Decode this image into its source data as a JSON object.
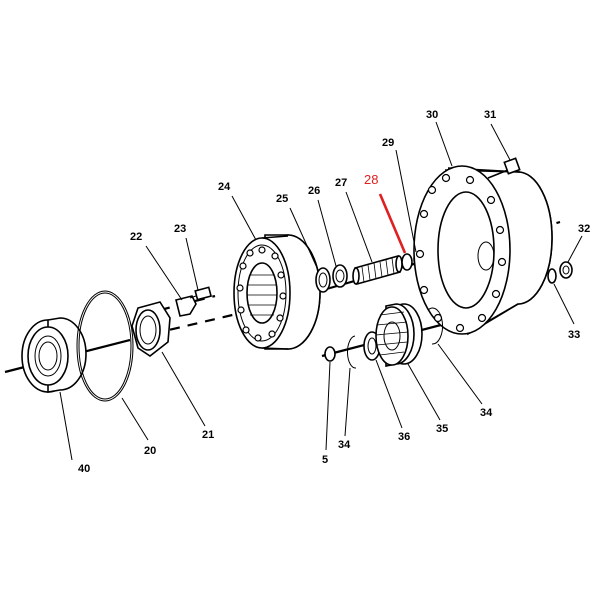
{
  "diagram": {
    "highlight_color": "#e02020",
    "line_color": "#000000",
    "labels": [
      {
        "id": "p40",
        "text": "40"
      },
      {
        "id": "p20",
        "text": "20"
      },
      {
        "id": "p21",
        "text": "21"
      },
      {
        "id": "p22",
        "text": "22"
      },
      {
        "id": "p23",
        "text": "23"
      },
      {
        "id": "p24",
        "text": "24"
      },
      {
        "id": "p25",
        "text": "25"
      },
      {
        "id": "p26",
        "text": "26"
      },
      {
        "id": "p27",
        "text": "27"
      },
      {
        "id": "p28",
        "text": "28"
      },
      {
        "id": "p29",
        "text": "29"
      },
      {
        "id": "p30",
        "text": "30"
      },
      {
        "id": "p31",
        "text": "31"
      },
      {
        "id": "p32",
        "text": "32"
      },
      {
        "id": "p33",
        "text": "33"
      },
      {
        "id": "p5",
        "text": "5"
      },
      {
        "id": "p34a",
        "text": "34"
      },
      {
        "id": "p36",
        "text": "36"
      },
      {
        "id": "p35",
        "text": "35"
      },
      {
        "id": "p34b",
        "text": "34"
      }
    ]
  }
}
